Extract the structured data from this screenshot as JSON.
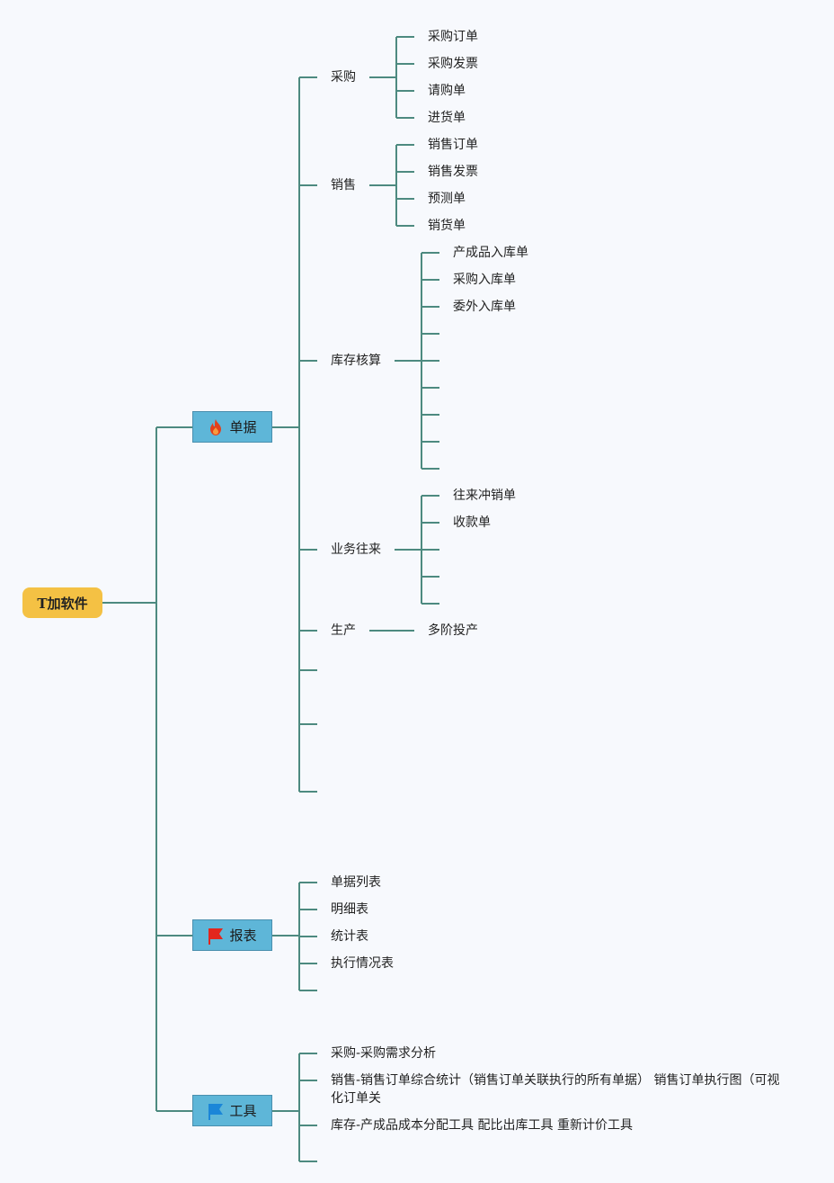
{
  "root": {
    "label": "T加软件"
  },
  "categories": [
    {
      "label": "单据",
      "icon": "fire-icon",
      "children": [
        {
          "label": "采购",
          "items": [
            "采购订单",
            "采购发票",
            "请购单",
            "进货单"
          ]
        },
        {
          "label": "销售",
          "items": [
            "销售订单",
            "销售发票",
            "预测单",
            "销货单"
          ]
        },
        {
          "label": "库存核算",
          "items": [
            "产成品入库单",
            "采购入库单",
            "委外入库单",
            "",
            "",
            "",
            "",
            "",
            ""
          ]
        },
        {
          "label": "业务往来",
          "items": [
            "往来冲销单",
            "收款单",
            "",
            "",
            ""
          ]
        },
        {
          "label": "生产",
          "items": [
            "多阶投产"
          ]
        }
      ]
    },
    {
      "label": "报表",
      "icon": "red-flag-icon",
      "children": [
        "单据列表",
        "明细表",
        "统计表",
        "执行情况表",
        ""
      ]
    },
    {
      "label": "工具",
      "icon": "blue-flag-icon",
      "children": [
        "采购-采购需求分析",
        "销售-销售订单综合统计（销售订单关联执行的所有单据） 销售订单执行图（可视化订单关",
        "库存-产成品成本分配工具 配比出库工具 重新计价工具",
        ""
      ]
    }
  ],
  "colors": {
    "connector": "#4d8a80",
    "root": "#f4c144",
    "category": "#5eb6d8",
    "background": "#f7f9fd"
  }
}
